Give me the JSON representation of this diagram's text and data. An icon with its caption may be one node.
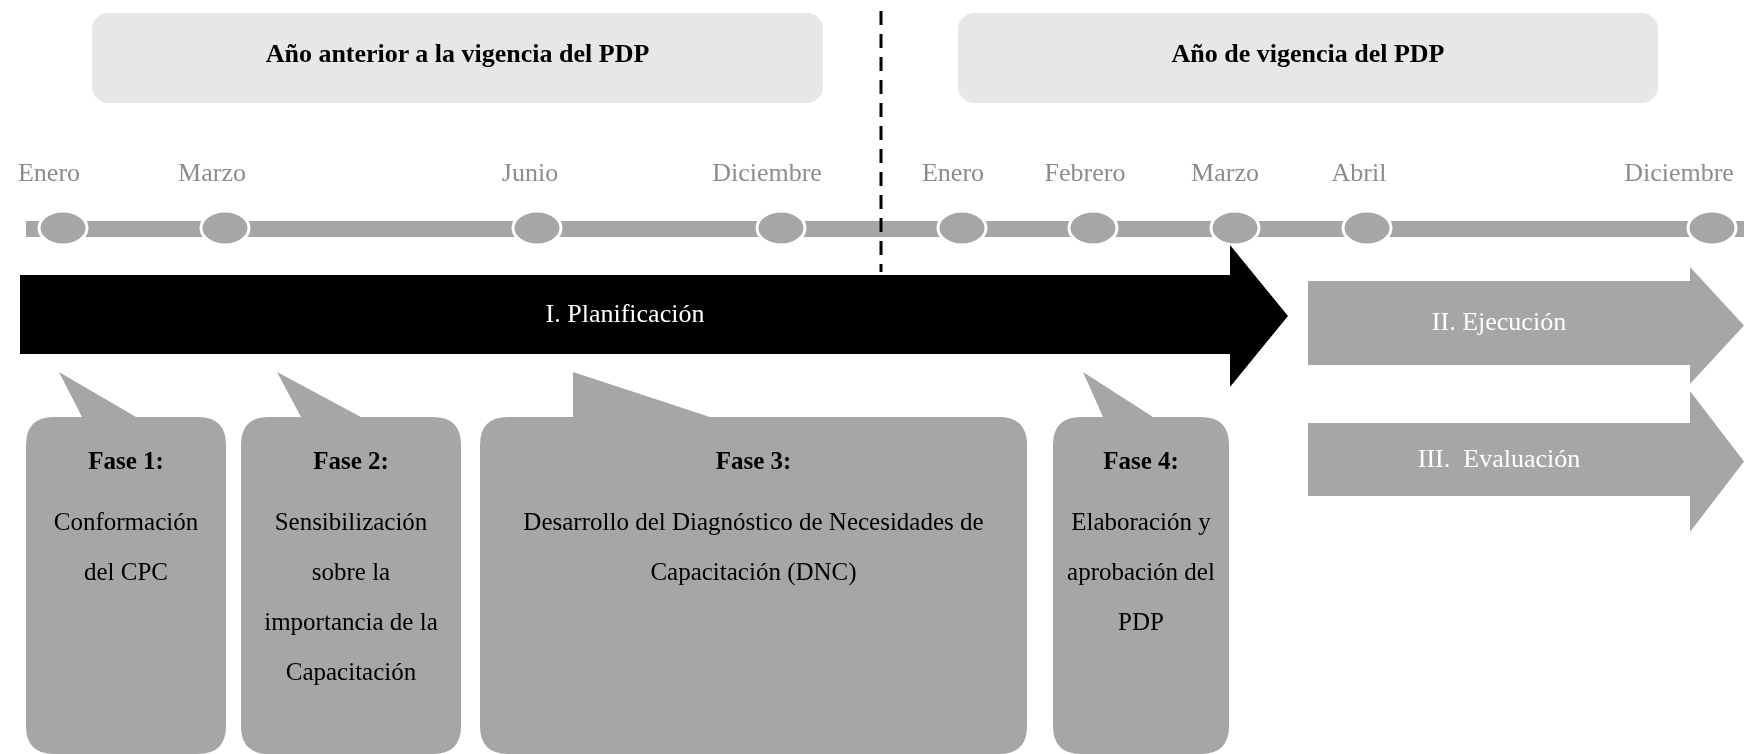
{
  "diagram": {
    "nodes": [
      {
        "text": [
          "Año anterior a la vigencia del PDP"
        ]
      },
      {
        "text": [
          "Año de vigencia del PDP"
        ]
      },
      {
        "text": [
          "I. Planificación"
        ]
      },
      {
        "text": [
          "II. Ejecución"
        ]
      },
      {
        "text": [
          "III.  Evaluación"
        ]
      },
      {
        "text": [
          "Fase 1:",
          "Conformación del CPC"
        ]
      },
      {
        "text": [
          "Fase 2:",
          "Sensibilización sobre la importancia de la Capacitación"
        ]
      },
      {
        "text": [
          "Fase 3:",
          "Desarrollo del Diagnóstico de Necesidades de Capacitación (DNC)"
        ]
      },
      {
        "text": [
          "Fase 4:",
          "Elaboración y aprobación del PDP"
        ]
      }
    ],
    "labels": [
      "Enero",
      "Marzo",
      "Junio",
      "Diciembre",
      "Enero",
      "Febrero",
      "Marzo",
      "Abril",
      "Diciembre"
    ]
  }
}
